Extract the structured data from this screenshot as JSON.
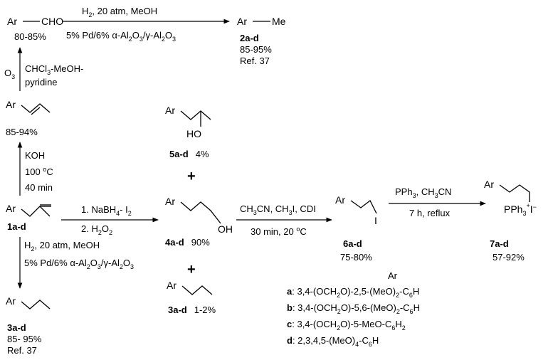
{
  "compounds": {
    "aldehyde": {
      "group": "Ar",
      "label": "CHO",
      "yield": "80-85%"
    },
    "c2ad": {
      "group": "Ar",
      "label": "Me",
      "id": "2a-d",
      "yield": "85-95%",
      "ref": "Ref. 37"
    },
    "propenyl": {
      "group": "Ar",
      "yield": "85-94%"
    },
    "c5ad": {
      "group": "Ar",
      "oh": "HO",
      "id": "5a-d",
      "yield": "4%"
    },
    "c1ad": {
      "group": "Ar",
      "id": "1a-d"
    },
    "c4ad": {
      "group": "Ar",
      "oh": "OH",
      "id": "4a-d",
      "yield": "90%"
    },
    "c3ad_mid": {
      "group": "Ar",
      "id": "3a-d",
      "yield": "1-2%"
    },
    "c3ad_bot": {
      "group": "Ar",
      "id": "3a-d",
      "yield": "85- 95%",
      "ref": "Ref. 37"
    },
    "c6ad": {
      "group": "Ar",
      "iodo": "I",
      "id": "6a-d",
      "yield": "75-80%"
    },
    "c7ad": {
      "group": "Ar",
      "id": "7a-d",
      "yield": "57-92%"
    }
  },
  "plus": "+",
  "ar_header": "Ar",
  "ar_list": [
    {
      "key": "a",
      "value": "3,4-(OCH2O)-2,5-(MeO)2-C6H"
    },
    {
      "key": "b",
      "value": "3,4-(OCH2O)-5,6-(MeO)2-C6H"
    },
    {
      "key": "c",
      "value": "3,4-(OCH2O)-5-MeO-C6H2"
    },
    {
      "key": "d",
      "value": "2,3,4,5-(MeO)4-C6H"
    }
  ],
  "conditions": {
    "hydrogenation": "H2, 20 atm, MeOH",
    "catalyst": "5% Pd/6% α-Al2O3/γ-Al2O3",
    "ozonolysis_reagent": "O3",
    "ozonolysis_solvent": "CHCl3-MeOH-",
    "ozonolysis_base": "pyridine",
    "isomerization_base": "KOH",
    "isomerization_temp": "100 °C",
    "isomerization_time": "40 min",
    "hydroboration_step1": "1. NaBH4- I2",
    "hydroboration_step2": "2. H2O2",
    "iodination_reagents": "CH3CN, CH3I, CDI",
    "iodination_time": "30 min, 20 °C",
    "phosphonium_reagents": "PPh3, CH3CN",
    "phosphonium_time": "7 h, reflux"
  }
}
